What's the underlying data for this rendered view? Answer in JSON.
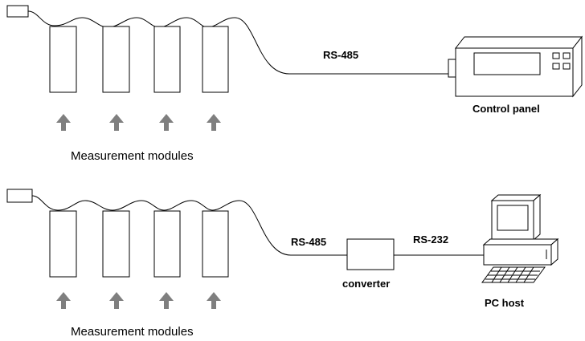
{
  "top_system": {
    "bus_label": "RS-485",
    "device_label": "Control panel",
    "modules_label": "Measurement modules",
    "module_count": 4
  },
  "bottom_system": {
    "bus_label_left": "RS-485",
    "bus_label_right": "RS-232",
    "converter_label": "converter",
    "host_label": "PC host",
    "modules_label": "Measurement modules",
    "module_count": 4
  },
  "icons": {
    "arrow": "arrow-up-icon",
    "connector": "terminal-connector-icon",
    "panel": "control-panel-icon",
    "computer": "pc-computer-icon"
  }
}
